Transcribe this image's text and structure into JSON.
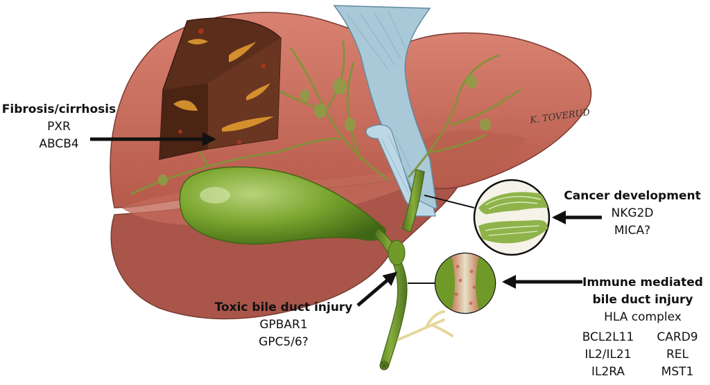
{
  "annotations": {
    "fibrosis": {
      "heading": "Fibrosis/cirrhosis",
      "genes": [
        "PXR",
        "ABCB4"
      ]
    },
    "cancer": {
      "heading": "Cancer development",
      "genes": [
        "NKG2D",
        "MICA?"
      ]
    },
    "toxic": {
      "heading": "Toxic bile duct injury",
      "genes": [
        "GPBAR1",
        "GPC5/6?"
      ]
    },
    "immune": {
      "heading_line1": "Immune mediated",
      "heading_line2": "bile duct injury",
      "complex": "HLA complex",
      "genes_left": [
        "BCL2L11",
        "IL2/IL21",
        "IL2RA"
      ],
      "genes_right": [
        "CARD9",
        "REL",
        "MST1"
      ]
    }
  },
  "signature": "K. TOVERUD",
  "colors": {
    "liver": "#c8705f",
    "liver_dark": "#a9554a",
    "gallbladder": "#6f9a2a",
    "bile_duct": "#6f8e2c",
    "ligament": "#a9c9d8",
    "fibrotic": "#5b2e1c",
    "arrow": "#111111"
  }
}
